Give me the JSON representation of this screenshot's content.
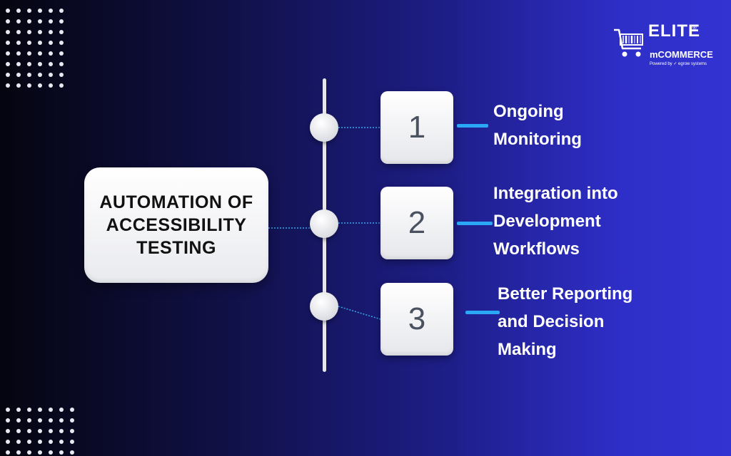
{
  "main_topic": "AUTOMATION OF ACCESSIBILITY TESTING",
  "steps": [
    {
      "number": "1",
      "label": "Ongoing\nMonitoring"
    },
    {
      "number": "2",
      "label": "Integration into\nDevelopment\nWorkflows"
    },
    {
      "number": "3",
      "label": "Better Reporting\nand Decision\nMaking"
    }
  ],
  "logo": {
    "name": "ELITE",
    "registered": "®",
    "sub": "mCOMMERCE",
    "powered_by": "Powered by ✓ egrow systems"
  },
  "colors": {
    "accent_bar": "#2aa7f5",
    "connector": "#3aa9ee",
    "text": "#ffffff"
  }
}
